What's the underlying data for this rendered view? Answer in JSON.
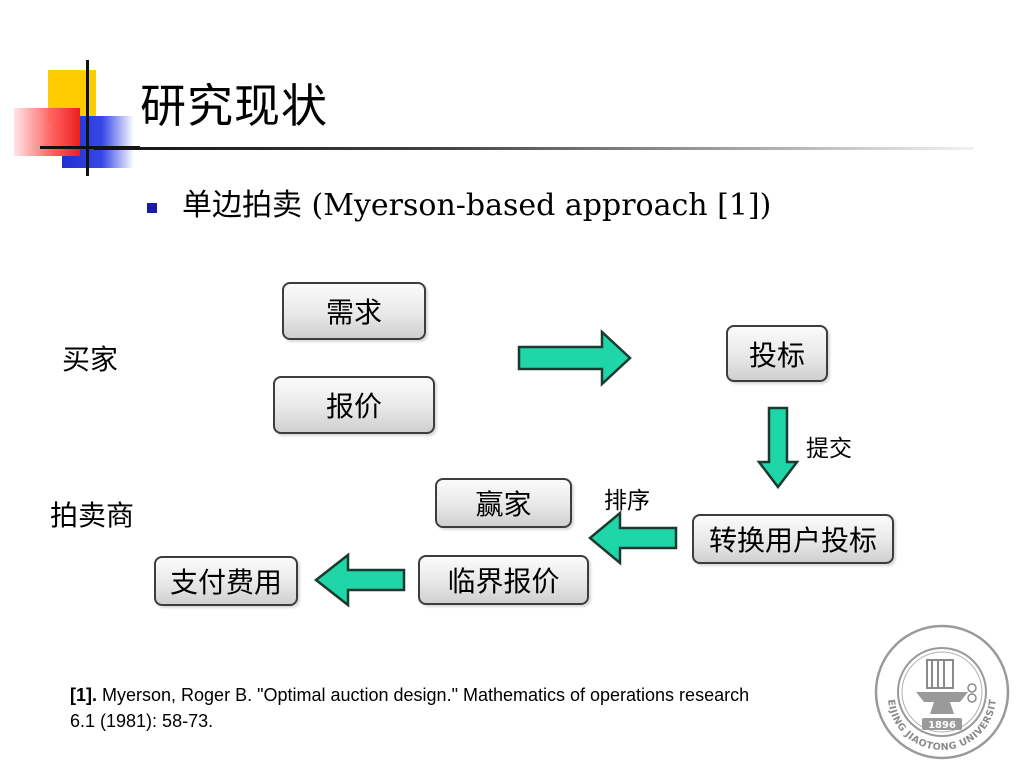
{
  "slide": {
    "title": "研究现状",
    "bullet": "单边拍卖 (Myerson-based approach [1])"
  },
  "diagram": {
    "roles": {
      "buyer": "买家",
      "auctioneer": "拍卖商"
    },
    "boxes": {
      "demand": "需求",
      "price": "报价",
      "bid": "投标",
      "convert_bid": "转换用户投标",
      "winner": "赢家",
      "critical_price": "临界报价",
      "pay": "支付费用"
    },
    "edge_labels": {
      "submit": "提交",
      "sort": "排序"
    }
  },
  "footnote": {
    "ref_number": "[1].",
    "text_line1": "Myerson, Roger B. \"Optimal auction design.\" Mathematics of operations research",
    "text_line2": "6.1 (1981): 58-73."
  },
  "seal": {
    "year": "1896",
    "university": "BEIJING JIAOTONG UNIVERSITY"
  },
  "colors": {
    "arrow_fill": "#1fd6a8",
    "arrow_stroke": "#1a3a30",
    "bullet": "#1a1aa6",
    "seal_gray": "#9a9a9a"
  }
}
